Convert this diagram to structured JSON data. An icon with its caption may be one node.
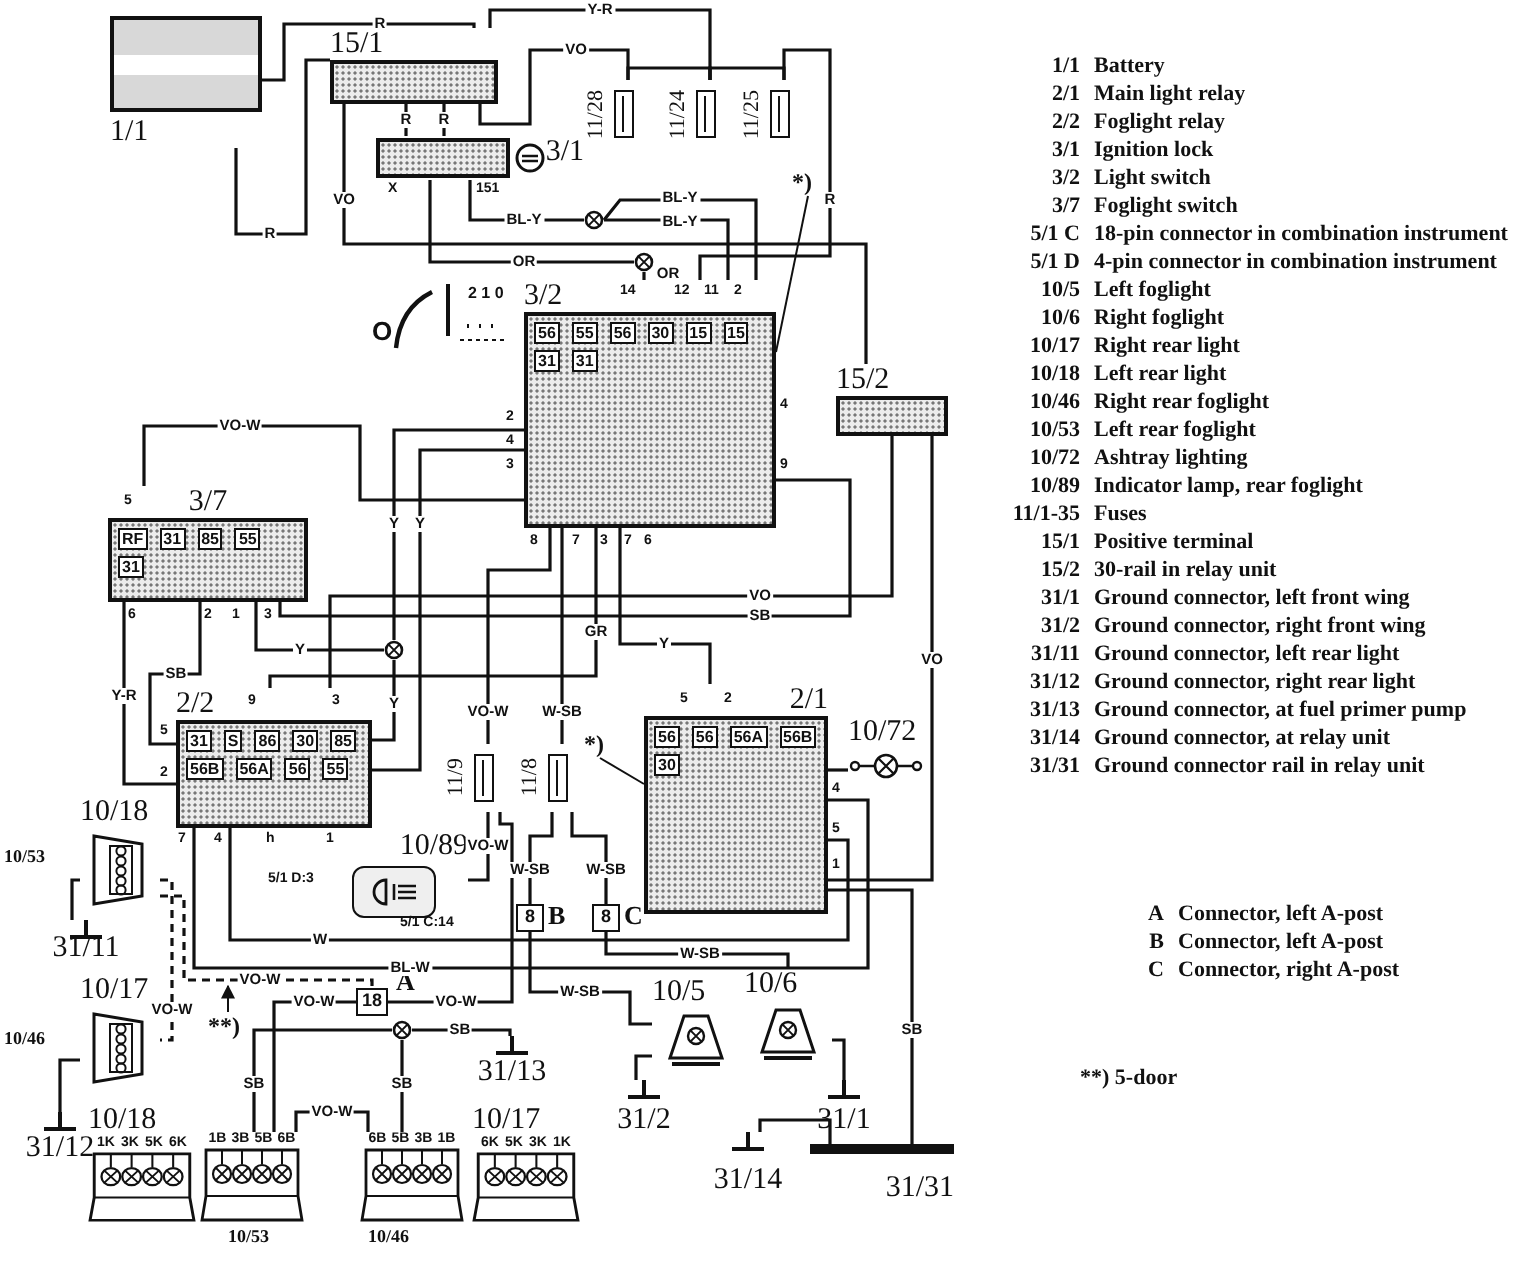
{
  "diagram": {
    "nodes": [
      {
        "text": [
          "1/1"
        ]
      },
      {
        "text": [
          "15/1"
        ]
      },
      {
        "text": [
          "3/1"
        ],
        "beside": [
          "X",
          "151"
        ]
      },
      {
        "text": [
          "11/28"
        ]
      },
      {
        "text": [
          "11/24"
        ]
      },
      {
        "text": [
          "11/25"
        ]
      },
      {
        "text": [
          "3/2",
          "56",
          "55",
          "56",
          "30",
          "15",
          "15",
          "31",
          "31"
        ],
        "beside": [
          "14",
          "12",
          "11",
          "2",
          "4",
          "9",
          "2",
          "4",
          "3",
          "8",
          "7",
          "3",
          "7",
          "6"
        ]
      },
      {
        "text": [
          "15/2"
        ]
      },
      {
        "text": [
          "3/7",
          "RF",
          "31",
          "85",
          "55",
          "31"
        ],
        "beside": [
          "5",
          "6",
          "2",
          "1",
          "3"
        ]
      },
      {
        "text": [
          "2/2",
          "31",
          "S",
          "86",
          "30",
          "85",
          "56B",
          "56A",
          "56",
          "55"
        ],
        "beside": [
          "9",
          "3",
          "5",
          "2",
          "7",
          "4",
          "h",
          "1"
        ]
      },
      {
        "text": [
          "2/1",
          "56",
          "56",
          "56A",
          "56B",
          "30"
        ],
        "beside": [
          "5",
          "2",
          "4",
          "5",
          "1"
        ]
      },
      {
        "text": [
          "11/9"
        ]
      },
      {
        "text": [
          "11/8"
        ]
      },
      {
        "text": [
          "10/89"
        ],
        "beside": [
          "5/1 D:3",
          "5/1 C:14"
        ]
      },
      {
        "text": [
          "10/72"
        ]
      },
      {
        "text": [
          "8"
        ],
        "beside": [
          "B"
        ]
      },
      {
        "text": [
          "8"
        ],
        "beside": [
          "C"
        ]
      },
      {
        "text": [
          "18"
        ],
        "beside": [
          "A"
        ]
      },
      {
        "text": [
          "10/18"
        ],
        "beside": [
          "10/53"
        ]
      },
      {
        "text": [
          "10/17"
        ],
        "beside": [
          "10/46"
        ]
      },
      {
        "text": [
          "10/5"
        ]
      },
      {
        "text": [
          "10/6"
        ]
      },
      {
        "text": [
          "31/11"
        ]
      },
      {
        "text": [
          "31/12"
        ]
      },
      {
        "text": [
          "31/13"
        ]
      },
      {
        "text": [
          "31/2"
        ]
      },
      {
        "text": [
          "31/1"
        ]
      },
      {
        "text": [
          "31/14"
        ]
      },
      {
        "text": [
          "31/31"
        ]
      },
      {
        "text": [
          "10/18",
          "1K",
          "3K",
          "5K",
          "6K"
        ]
      },
      {
        "text": [
          "1B",
          "3B",
          "5B",
          "6B"
        ],
        "beside": [
          "10/53"
        ]
      },
      {
        "text": [
          "6B",
          "5B",
          "3B",
          "1B"
        ],
        "beside": [
          "10/46"
        ]
      },
      {
        "text": [
          "10/17",
          "6K",
          "5K",
          "3K",
          "1K"
        ]
      },
      {
        "text": [],
        "shape": "circle"
      },
      {
        "text": [],
        "shape": "circle"
      },
      {
        "text": [],
        "shape": "circle"
      },
      {
        "text": [],
        "shape": "circle"
      },
      {
        "text": [
          "*)"
        ]
      },
      {
        "text": [
          "*)"
        ]
      },
      {
        "text": [
          "**)"
        ]
      }
    ],
    "edges": [
      {
        "from": 0,
        "to": 1,
        "arrow": "none",
        "label": "R"
      },
      {
        "from": 0,
        "to": 1,
        "arrow": "none",
        "label": "R"
      },
      {
        "from": 1,
        "to": 2,
        "arrow": "none",
        "label": "R"
      },
      {
        "from": 1,
        "to": 2,
        "arrow": "none",
        "label": "R"
      },
      {
        "from": 1,
        "to": 3,
        "arrow": "none",
        "label": "VO"
      },
      {
        "from": 1,
        "to": 4,
        "arrow": "none",
        "label": "Y-R"
      },
      {
        "from": 3,
        "to": 4,
        "arrow": "none"
      },
      {
        "from": 4,
        "to": 5,
        "arrow": "none"
      },
      {
        "from": 5,
        "to": 6,
        "arrow": "none",
        "label": "R"
      },
      {
        "from": 2,
        "to": 33,
        "arrow": "none",
        "label": "BL-Y"
      },
      {
        "from": 33,
        "to": 6,
        "arrow": "none",
        "label": "BL-Y"
      },
      {
        "from": 33,
        "to": 6,
        "arrow": "none",
        "label": "BL-Y"
      },
      {
        "from": 2,
        "to": 34,
        "arrow": "none",
        "label": "OR"
      },
      {
        "from": 34,
        "to": 6,
        "arrow": "none",
        "label": "OR"
      },
      {
        "from": 1,
        "to": 7,
        "arrow": "none",
        "label": "VO"
      },
      {
        "from": 8,
        "to": 6,
        "arrow": "none",
        "label": "VO-W"
      },
      {
        "from": 6,
        "to": 35,
        "arrow": "none",
        "label": "Y"
      },
      {
        "from": 6,
        "to": 9,
        "arrow": "none",
        "label": "Y"
      },
      {
        "from": 7,
        "to": 9,
        "arrow": "none",
        "label": "VO"
      },
      {
        "from": 6,
        "to": 8,
        "arrow": "none",
        "label": "SB"
      },
      {
        "from": 8,
        "to": 35,
        "arrow": "none",
        "label": "Y"
      },
      {
        "from": 8,
        "to": 9,
        "arrow": "none",
        "label": "SB"
      },
      {
        "from": 8,
        "to": 9,
        "arrow": "none",
        "label": "Y-R"
      },
      {
        "from": 35,
        "to": 9,
        "arrow": "none",
        "label": "Y"
      },
      {
        "from": 6,
        "to": 9,
        "arrow": "none",
        "label": "GR"
      },
      {
        "from": 6,
        "to": 11,
        "arrow": "none",
        "label": "VO-W"
      },
      {
        "from": 6,
        "to": 12,
        "arrow": "none",
        "label": "W-SB"
      },
      {
        "from": 6,
        "to": 10,
        "arrow": "none",
        "label": "Y"
      },
      {
        "from": 11,
        "to": 13,
        "arrow": "none",
        "label": "VO-W"
      },
      {
        "from": 12,
        "to": 15,
        "arrow": "none",
        "label": "W-SB"
      },
      {
        "from": 12,
        "to": 16,
        "arrow": "none",
        "label": "W-SB"
      },
      {
        "from": 7,
        "to": 10,
        "arrow": "none",
        "label": "VO"
      },
      {
        "from": 10,
        "to": 14,
        "arrow": "none"
      },
      {
        "from": 9,
        "to": 10,
        "arrow": "none",
        "label": "W"
      },
      {
        "from": 9,
        "to": 10,
        "arrow": "none",
        "label": "BL-W"
      },
      {
        "from": 18,
        "to": 19,
        "arrow": "none",
        "label": "VO-W",
        "style": "dashed"
      },
      {
        "from": 18,
        "to": 17,
        "arrow": "none",
        "label": "VO-W",
        "style": "dashed"
      },
      {
        "from": 17,
        "to": 30,
        "arrow": "none",
        "label": "VO-W"
      },
      {
        "from": 11,
        "to": 17,
        "arrow": "none",
        "label": "VO-W"
      },
      {
        "from": 36,
        "to": 24,
        "arrow": "none",
        "label": "SB"
      },
      {
        "from": 36,
        "to": 30,
        "arrow": "none",
        "label": "SB"
      },
      {
        "from": 36,
        "to": 31,
        "arrow": "none",
        "label": "SB"
      },
      {
        "from": 30,
        "to": 31,
        "arrow": "none",
        "label": "VO-W"
      },
      {
        "from": 15,
        "to": 20,
        "arrow": "none",
        "label": "W-SB"
      },
      {
        "from": 16,
        "to": 21,
        "arrow": "none",
        "label": "W-SB"
      },
      {
        "from": 20,
        "to": 25,
        "arrow": "none"
      },
      {
        "from": 21,
        "to": 26,
        "arrow": "none"
      },
      {
        "from": 10,
        "to": 28,
        "arrow": "none",
        "label": "SB"
      },
      {
        "from": 27,
        "to": 28,
        "arrow": "none"
      },
      {
        "from": 18,
        "to": 22,
        "arrow": "none"
      },
      {
        "from": 19,
        "to": 23,
        "arrow": "none"
      },
      {
        "from": 37,
        "to": 6,
        "arrow": "none"
      },
      {
        "from": 38,
        "to": 10,
        "arrow": "none"
      },
      {
        "from": 39,
        "to": null,
        "arrow": "to"
      }
    ],
    "labels": [
      "O",
      "2 1 0",
      "1/1",
      "Battery",
      "2/1",
      "Main light relay",
      "2/2",
      "Foglight relay",
      "3/1",
      "Ignition lock",
      "3/2",
      "Light switch",
      "3/7",
      "Foglight switch",
      "5/1 C",
      "18-pin connector in combination instrument",
      "5/1 D",
      "4-pin connector in combination instrument",
      "10/5",
      "Left foglight",
      "10/6",
      "Right foglight",
      "10/17",
      "Right rear light",
      "10/18",
      "Left rear light",
      "10/46",
      "Right rear foglight",
      "10/53",
      "Left rear foglight",
      "10/72",
      "Ashtray lighting",
      "10/89",
      "Indicator lamp, rear foglight",
      "11/1-35",
      "Fuses",
      "15/1",
      "Positive terminal",
      "15/2",
      "30-rail in relay unit",
      "31/1",
      "Ground connector, left front wing",
      "31/2",
      "Ground connector, right front wing",
      "31/11",
      "Ground connector, left rear light",
      "31/12",
      "Ground connector, right rear light",
      "31/13",
      "Ground connector, at fuel primer pump",
      "31/14",
      "Ground connector, at relay unit",
      "31/31",
      "Ground connector rail in relay unit",
      "A",
      "Connector, left A-post",
      "B",
      "Connector, left A-post",
      "C",
      "Connector, right A-post",
      "**) 5-door"
    ]
  }
}
